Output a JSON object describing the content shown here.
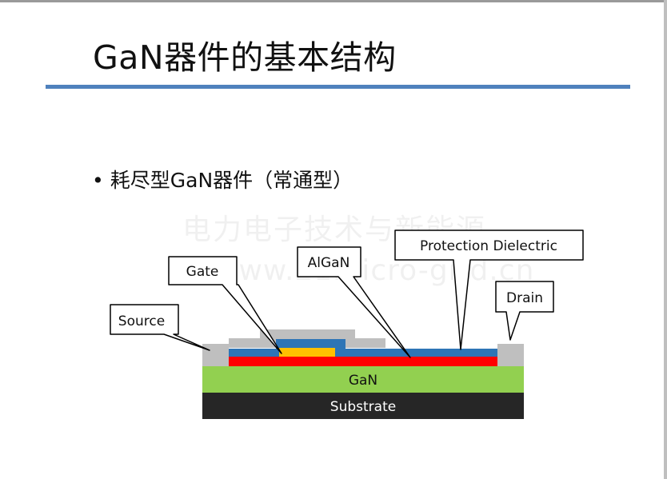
{
  "slide": {
    "title": "GaN器件的基本结构",
    "bullet": "耗尽型GaN器件（常通型）"
  },
  "watermark": {
    "line1": "电力电子技术与新能源",
    "line2": "www.21micro-grid.cn"
  },
  "diagram": {
    "callouts": {
      "source": "Source",
      "gate": "Gate",
      "algan": "AlGaN",
      "protection": "Protection Dielectric",
      "drain": "Drain"
    },
    "layers": {
      "gan": "GaN",
      "substrate": "Substrate"
    }
  },
  "colors": {
    "accent_rule": "#4f81bd",
    "gan": "#92d050",
    "substrate": "#262626",
    "algan": "#ff0000",
    "dielectric": "#2e75b6",
    "gate_metal": "#ffc000",
    "contact": "#bfbfbf"
  }
}
